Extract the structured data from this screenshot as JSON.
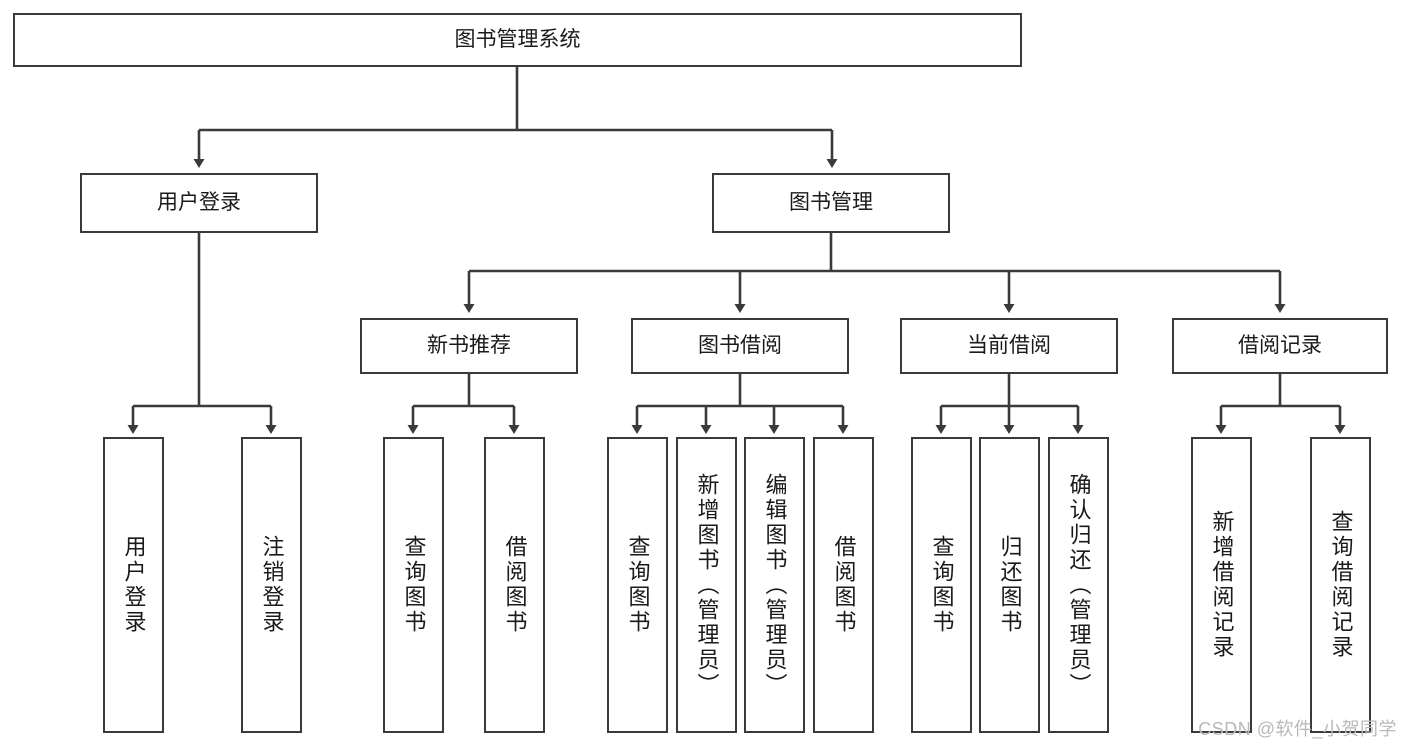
{
  "diagram": {
    "title": "图书管理系统",
    "type": "tree-hierarchy-chart",
    "stroke_color": "#3a3a3a",
    "background_color": "#ffffff",
    "text_color": "#1a1a1a"
  },
  "root": {
    "label": "图书管理系统"
  },
  "level1": [
    {
      "label": "用户登录"
    },
    {
      "label": "图书管理"
    }
  ],
  "level2": [
    {
      "label": "新书推荐"
    },
    {
      "label": "图书借阅"
    },
    {
      "label": "当前借阅"
    },
    {
      "label": "借阅记录"
    }
  ],
  "leaves": {
    "user_login": [
      {
        "label": "用户登录"
      },
      {
        "label": "注销登录"
      }
    ],
    "new_book_recommend": [
      {
        "label": "查询图书"
      },
      {
        "label": "借阅图书"
      }
    ],
    "book_borrow": [
      {
        "label": "查询图书"
      },
      {
        "label": "新增图书（管理员）"
      },
      {
        "label": "编辑图书（管理员）"
      },
      {
        "label": "借阅图书"
      }
    ],
    "current_borrow": [
      {
        "label": "查询图书"
      },
      {
        "label": "归还图书"
      },
      {
        "label": "确认归还（管理员）"
      }
    ],
    "borrow_record": [
      {
        "label": "新增借阅记录"
      },
      {
        "label": "查询借阅记录"
      }
    ]
  },
  "watermark": {
    "text": "CSDN @软件_小贺同学"
  }
}
